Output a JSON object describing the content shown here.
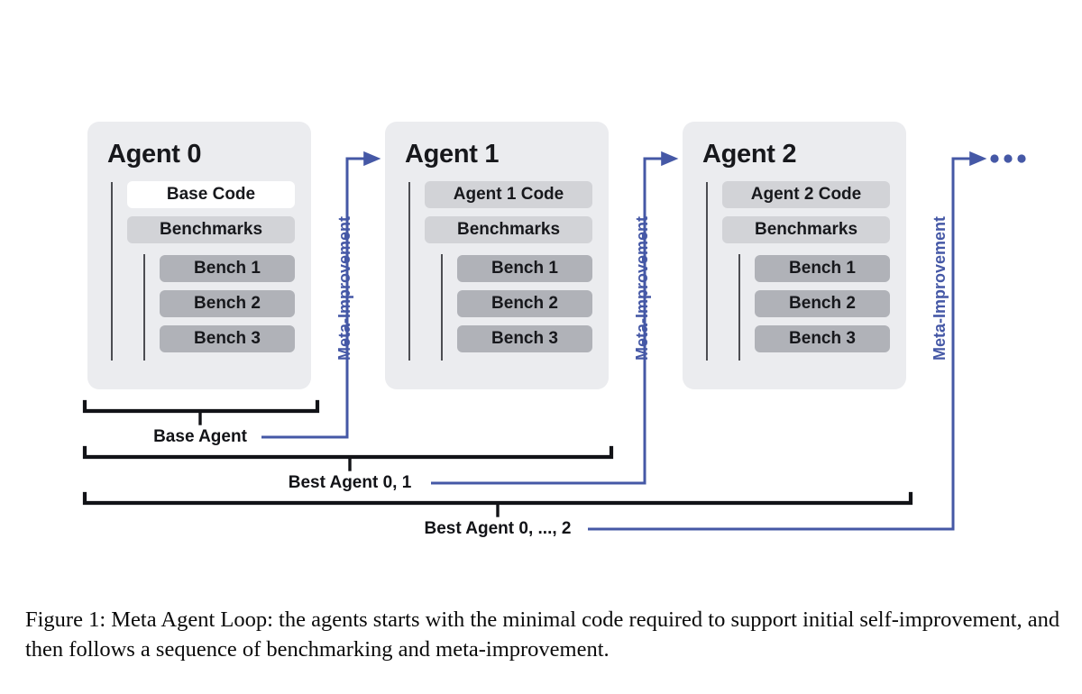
{
  "figure": {
    "caption": "Figure 1:  Meta Agent Loop:  the agents starts with the minimal code required to support initial self-improvement, and then follows a sequence of benchmarking and meta-improvement.",
    "colors": {
      "accent_blue": "#4558a6",
      "card_background": "#ebecef",
      "item_white": "#ffffff",
      "item_light_gray": "#d2d3d7",
      "item_mid_gray": "#b0b2b8",
      "bracket_black": "#121317"
    }
  },
  "agents": [
    {
      "title": "Agent 0",
      "code_label": "Base Code",
      "benchmarks_label": "Benchmarks",
      "benches": [
        "Bench 1",
        "Bench 2",
        "Bench 3"
      ]
    },
    {
      "title": "Agent 1",
      "code_label": "Agent 1 Code",
      "benchmarks_label": "Benchmarks",
      "benches": [
        "Bench 1",
        "Bench 2",
        "Bench 3"
      ]
    },
    {
      "title": "Agent 2",
      "code_label": "Agent 2 Code",
      "benchmarks_label": "Benchmarks",
      "benches": [
        "Bench 1",
        "Bench 2",
        "Bench 3"
      ]
    }
  ],
  "meta_arrows": [
    {
      "label": "Meta-Improvement"
    },
    {
      "label": "Meta-Improvement"
    },
    {
      "label": "Meta-Improvement"
    }
  ],
  "continuation": {
    "ellipsis": "• • •"
  },
  "brackets": [
    {
      "label": "Base Agent"
    },
    {
      "label": "Best Agent 0, 1"
    },
    {
      "label": "Best Agent 0, ..., 2"
    }
  ]
}
